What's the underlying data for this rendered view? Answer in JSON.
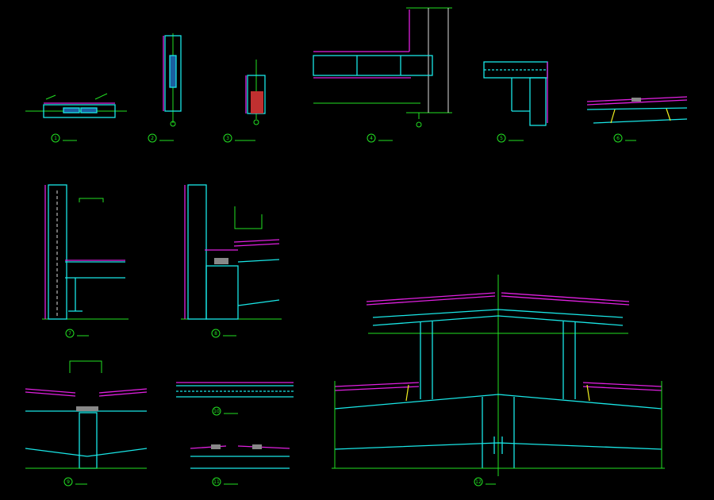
{
  "details": [
    {
      "number": "1"
    },
    {
      "number": "2"
    },
    {
      "number": "3"
    },
    {
      "number": "4"
    },
    {
      "number": "5"
    },
    {
      "number": "6"
    },
    {
      "number": "7"
    },
    {
      "number": "8"
    },
    {
      "number": "9"
    },
    {
      "number": "10"
    },
    {
      "number": "11"
    },
    {
      "number": "12"
    }
  ],
  "colors": {
    "background": "#000000",
    "grid": "#22e022",
    "steel": "#19e6e6",
    "roof": "#e020e0",
    "support": "#f0f020"
  }
}
